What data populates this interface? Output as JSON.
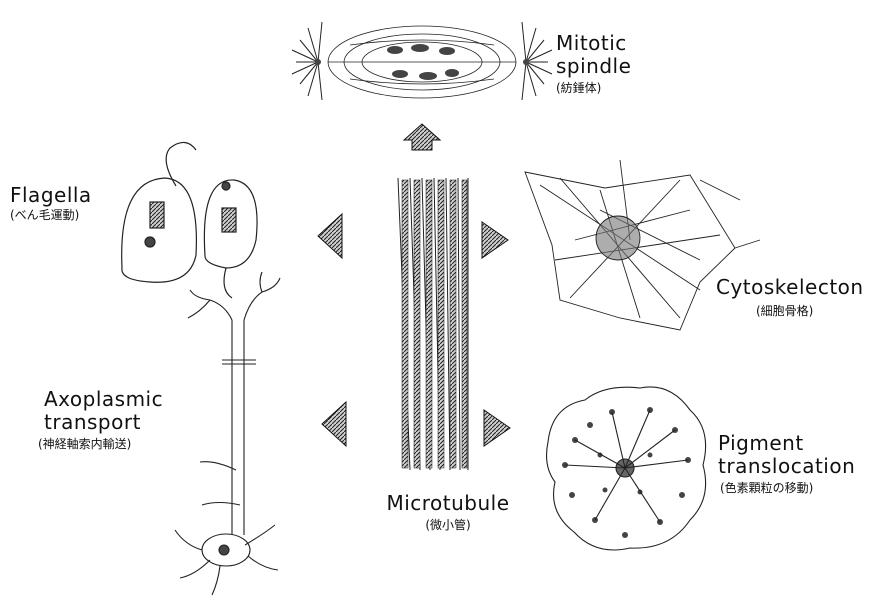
{
  "center": {
    "label": "Microtubule",
    "sublabel": "(微小管)"
  },
  "items": [
    {
      "key": "spindle",
      "lines": [
        "Mitotic",
        "spindle"
      ],
      "sublabel": "(紡錘体)"
    },
    {
      "key": "flagella",
      "lines": [
        "Flagella"
      ],
      "sublabel": "(べん毛運動)"
    },
    {
      "key": "cytoskeleton",
      "lines": [
        "Cytoskelecton"
      ],
      "sublabel": "(細胞骨格)"
    },
    {
      "key": "axoplasmic",
      "lines": [
        "Axoplasmic",
        "transport"
      ],
      "sublabel": "(神経軸索内輸送)"
    },
    {
      "key": "pigment",
      "lines": [
        "Pigment",
        "translocation"
      ],
      "sublabel": "(色素顆粒の移動)"
    }
  ],
  "colors": {
    "ink": "#111111",
    "arrow_fill": "#555555",
    "background": "#ffffff"
  }
}
